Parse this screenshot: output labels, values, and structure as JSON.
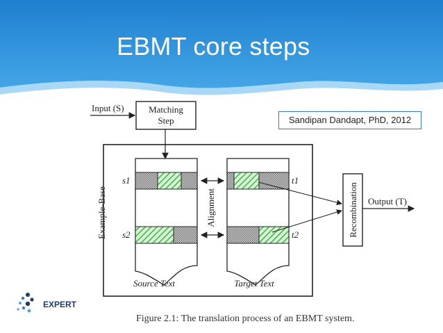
{
  "slide": {
    "title": "EBMT core steps",
    "credit": "Sandipan Dandapt, PhD, 2012",
    "logo_text": "EXPERT",
    "caption": "Figure 2.1: The translation process of an EBMT system."
  },
  "diagram": {
    "input_label": "Input (S)",
    "matching_step": [
      "Matching",
      "Step"
    ],
    "example_base_label": "Example-Base",
    "source_labels": [
      "s1",
      "s2"
    ],
    "target_labels": [
      "t1",
      "t2"
    ],
    "alignment_label": "Alignment",
    "source_text_label": "Source Text",
    "target_text_label": "Target Text",
    "recombination_label": "Recombination",
    "output_label": "Output (T)"
  },
  "colors": {
    "header_blue": "#2f8fd8",
    "header_light": "#9fd3f6",
    "hatch_green": "#3fb34a",
    "dotted_gray": "#8c8c8c",
    "logo_blue": "#1f3b70"
  }
}
